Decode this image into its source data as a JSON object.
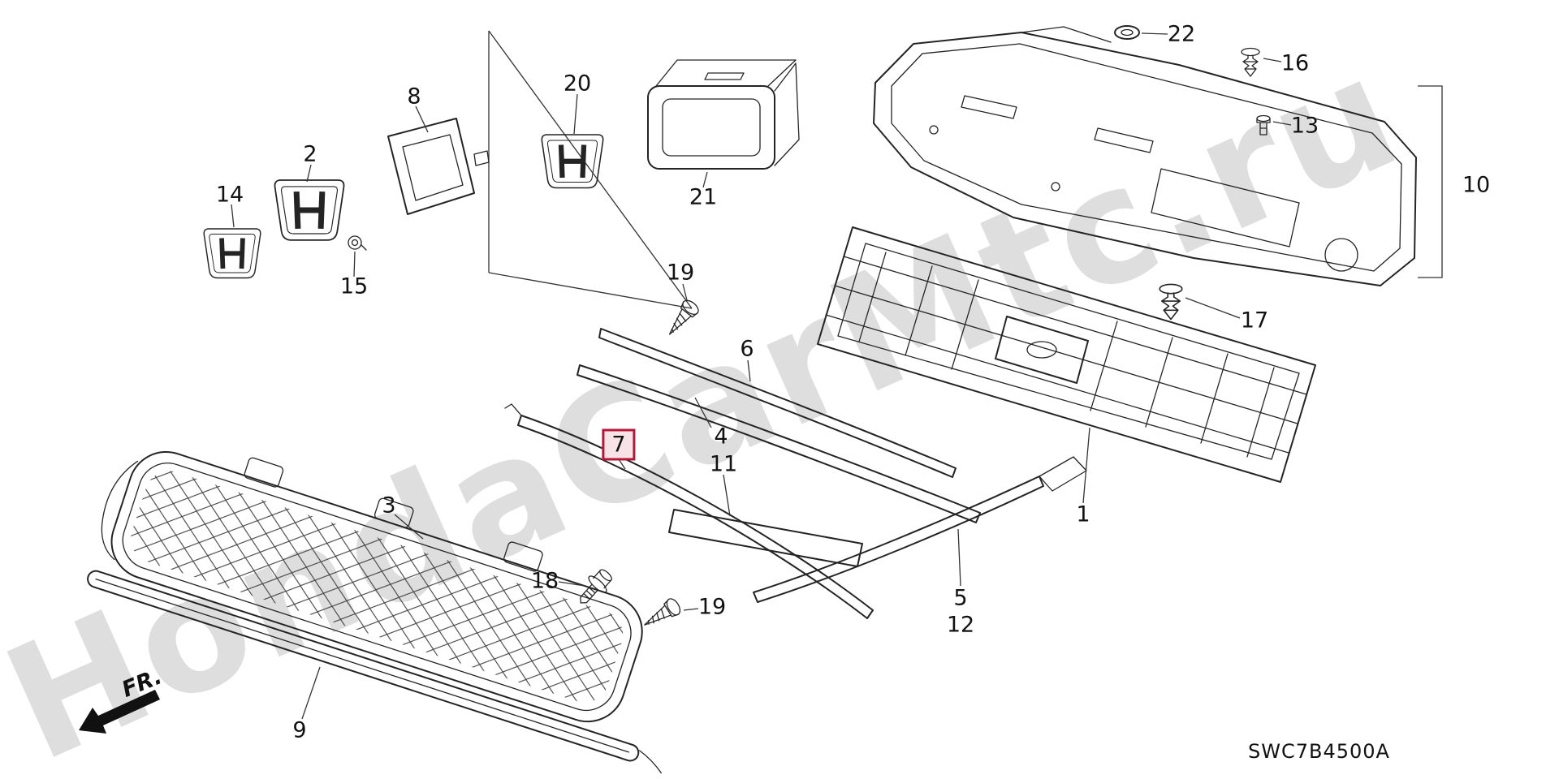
{
  "meta": {
    "diagram_code": "SWC7B4500A",
    "fr_label": "FR.",
    "highlighted_part": "7"
  },
  "watermark": {
    "text": "HondaCarMtc.ru"
  },
  "colors": {
    "line": "#242424",
    "highlight_border": "#b5173a",
    "highlight_bg": "#f7e3e6",
    "watermark": "#c4c4c4"
  },
  "callouts": [
    {
      "part": "22"
    },
    {
      "part": "16"
    },
    {
      "part": "13"
    },
    {
      "part": "10"
    },
    {
      "part": "8"
    },
    {
      "part": "2"
    },
    {
      "part": "14"
    },
    {
      "part": "20"
    },
    {
      "part": "21"
    },
    {
      "part": "15"
    },
    {
      "part": "19"
    },
    {
      "part": "6"
    },
    {
      "part": "4"
    },
    {
      "part": "11"
    },
    {
      "part": "7",
      "highlighted": true
    },
    {
      "part": "17"
    },
    {
      "part": "1"
    },
    {
      "part": "3"
    },
    {
      "part": "18"
    },
    {
      "part": "19"
    },
    {
      "part": "5"
    },
    {
      "part": "12"
    },
    {
      "part": "9"
    }
  ]
}
